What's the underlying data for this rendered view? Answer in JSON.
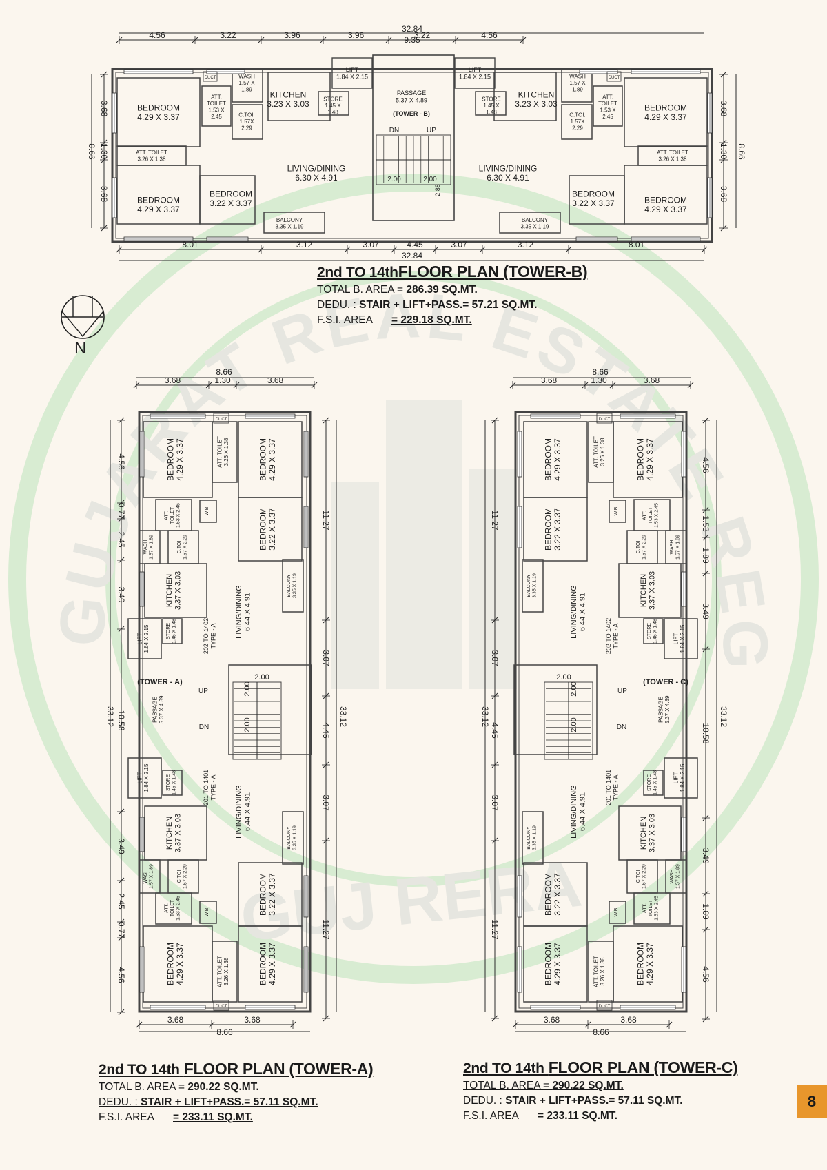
{
  "towerB": {
    "title_prefix": "2nd TO 14th",
    "title_main": "FLOOR PLAN (TOWER-B)",
    "total_label": "TOTAL B. AREA = ",
    "total_value": "286.39 SQ.MT.",
    "dedu_label": "DEDU. : ",
    "dedu_value": "STAIR + LIFT+PASS.= 57.21 SQ.MT.",
    "fsi_label": "F.S.I. AREA",
    "fsi_value": "= 229.18 SQ.MT.",
    "dims_top_total": "32.84",
    "dims_top_mid": "9.35",
    "dims_top": [
      "4.56",
      "3.22",
      "3.96",
      "3.96",
      "3.22",
      "4.56"
    ],
    "dims_bottom": [
      "8.01",
      "3.12",
      "3.07",
      "4.45",
      "3.07",
      "3.12",
      "8.01"
    ],
    "dims_bottom_total": "32.84",
    "dims_left": [
      "3.68",
      "1.30",
      "3.68"
    ],
    "dims_left_total": "8.66",
    "dims_right": [
      "3.68",
      "1.30",
      "3.68"
    ],
    "dims_right_total": "8.66",
    "rooms": {
      "lift": "LIFT",
      "lift_dim": "1.84 X 2.15",
      "passage": "PASSAGE",
      "passage_dim": "5.37 X 4.89",
      "tower": "(TOWER - B)",
      "kitchen": "KITCHEN",
      "kitchen_dim": "3.23 X 3.03",
      "wash": "WASH",
      "wash_dim": "1.57 X 1.89",
      "store": "STORE",
      "store_dim": "1.45 X 1.48",
      "att": "ATT.",
      "toilet": "TOILET",
      "att_toilet_dim": "1.53 X 2.45",
      "ctoi": "C.TOI.",
      "ctoi_dim": "1.57X 2.29",
      "bedroom": "BEDROOM",
      "bed_large": "4.29 X 3.37",
      "bed_small": "3.22 X 3.37",
      "att_toilet": "ATT. TOILET",
      "att_toilet2_dim": "3.26 X 1.38",
      "living": "LIVING/DINING",
      "living_dim": "6.30 X 4.91",
      "balcony": "BALCONY",
      "balcony_dim": "3.35 X 1.19",
      "dn": "DN",
      "up": "UP",
      "stair_w": "2.00",
      "stair_h": "2.88",
      "duct": "DUCT"
    }
  },
  "towerA": {
    "title_prefix": "2nd TO 14th",
    "title_main": "FLOOR PLAN (TOWER-A)",
    "total_label": "TOTAL B. AREA = ",
    "total_value": "290.22 SQ.MT.",
    "dedu_label": "DEDU. : ",
    "dedu_value": "STAIR + LIFT+PASS.= 57.11 SQ.MT.",
    "fsi_label": "F.S.I. AREA",
    "fsi_value": "= 233.11 SQ.MT.",
    "tower": "(TOWER - A)",
    "unit_upper": "202 TO 1402",
    "unit_lower": "201 TO 1401",
    "type": "TYPE - A",
    "dims_top_total": "8.66",
    "dims_top": [
      "3.68",
      "1.30",
      "3.68"
    ],
    "dims_bottom": [
      "3.68",
      "3.68"
    ],
    "dims_bottom_total": "8.66",
    "dims_left": [
      "4.56",
      "0.77",
      "2.45",
      "3.49",
      "10.58",
      "3.49",
      "2.45",
      "0.77",
      "4.56"
    ],
    "dims_left_total": "33.12",
    "dims_right": [
      "11.27",
      "3.07",
      "4.45",
      "3.07",
      "11.27"
    ],
    "dims_right_total": "33.12"
  },
  "towerC": {
    "title_prefix": "2nd TO 14th",
    "title_main": "FLOOR PLAN (TOWER-C)",
    "total_label": "TOTAL B. AREA = ",
    "total_value": "290.22 SQ.MT.",
    "dedu_label": "DEDU. : ",
    "dedu_value": "STAIR + LIFT+PASS.= 57.11 SQ.MT.",
    "fsi_label": "F.S.I. AREA",
    "fsi_value": "= 233.11 SQ.MT.",
    "tower": "(TOWER - C)",
    "unit_upper": "202 TO 1402",
    "unit_lower": "201 TO 1401",
    "type": "TYPE - A",
    "dims_top_total": "8.66",
    "dims_top": [
      "3.68",
      "1.30",
      "3.68"
    ],
    "dims_bottom": [
      "3.68",
      "3.68"
    ],
    "dims_bottom_total": "8.66",
    "dims_left": [
      "11.27",
      "3.07",
      "4.45",
      "3.07",
      "11.27"
    ],
    "dims_left_total": "33.12",
    "dims_right": [
      "4.56",
      "1.53",
      "1.89",
      "3.49",
      "10.58",
      "3.49",
      "1.89",
      "4.56"
    ],
    "dims_right_total": "33.12"
  },
  "vert_rooms": {
    "lift_dim": "1.84 X 2.15",
    "store_dim": "1.45 X 1.48",
    "kitchen_dim": "3.37 X 3.03",
    "wash_dim": "1.57 X 1.89",
    "ctoi_dim": "1.57 X 2.29",
    "att_toilet_dim": "1.53 X 2.45",
    "wb": "W.B",
    "att_toilet2_dim": "3.26 X 1.38",
    "living_dim": "6.44 X 4.91",
    "balcony_dim": "3.35 X 1.19",
    "passage_dim": "5.37 X 4.89"
  },
  "north": "N",
  "page_number": "8",
  "watermark": {
    "arc_text": "GUJARAT REAL ESTATE REGULATORY AUTHORITY",
    "bottom_text": "GUJ RERA"
  },
  "colors": {
    "watermark_green": "#cfe6c8",
    "line": "#2a2a2a",
    "wall": "#444444",
    "unit_red": "#d04848",
    "badge": "#e8962c"
  }
}
